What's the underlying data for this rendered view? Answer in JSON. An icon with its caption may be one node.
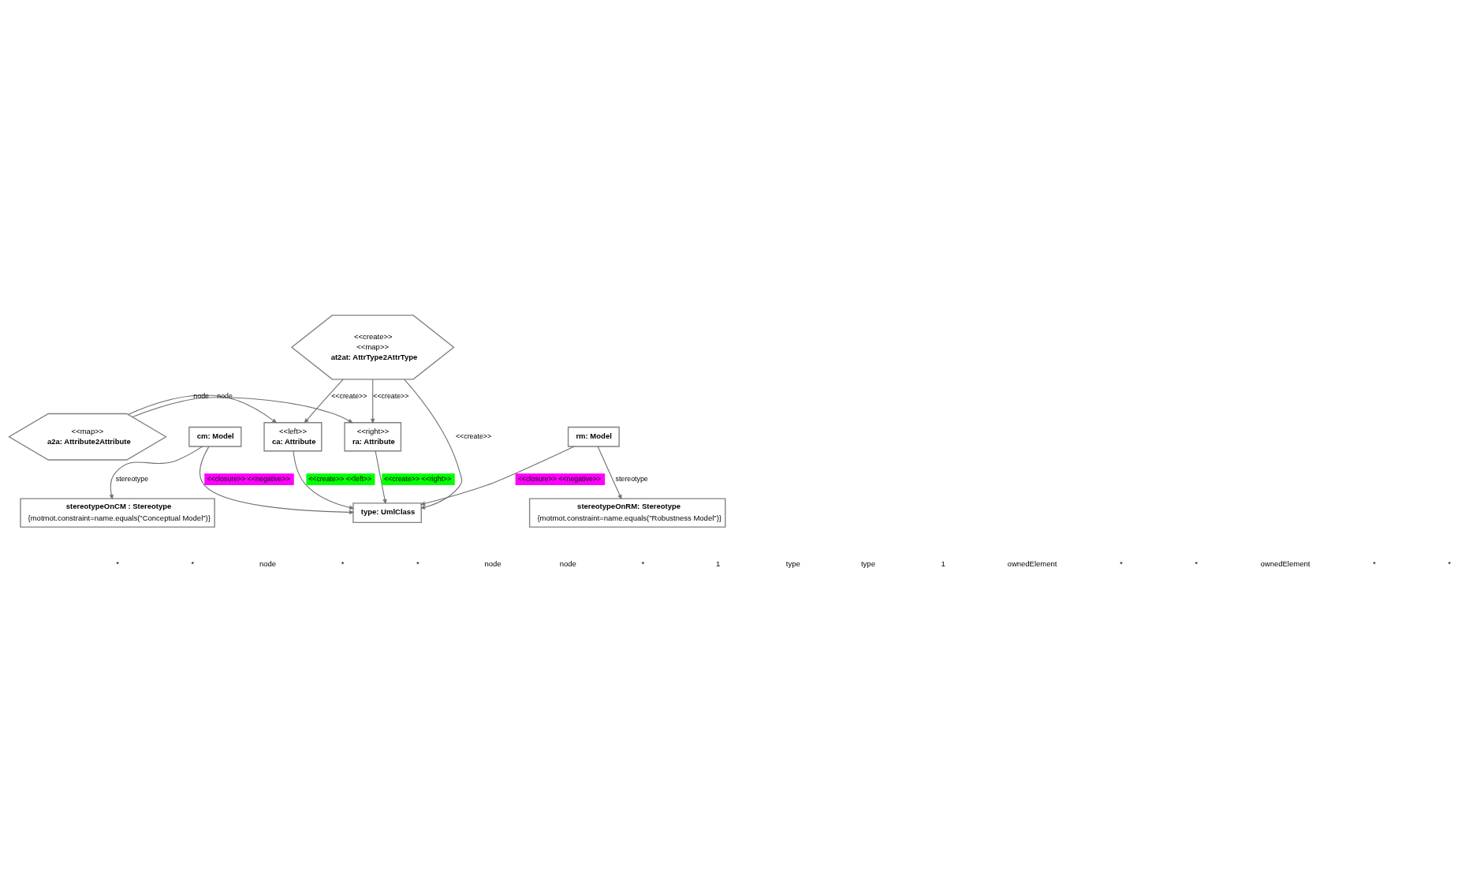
{
  "diagram": {
    "nodes": [
      {
        "text": [
          "<<left>>",
          "ca: Attribute"
        ]
      },
      {
        "text": [
          "<<map>>",
          "a2a: Attribute2Attribute"
        ]
      },
      {
        "text": [
          "<<right>>",
          "ra: Attribute"
        ]
      },
      {
        "text": [
          "<<create>>",
          "<<map>>",
          "at2at: AttrType2AttrType"
        ]
      },
      {
        "text": [
          "type: UmlClass"
        ]
      },
      {
        "text": [
          "cm: Model"
        ]
      },
      {
        "text": [
          "rm: Model"
        ]
      },
      {
        "text": [
          "stereotypeOnCM : Stereotype",
          "{motmot.constraint=name.equals(\"Conceptual Model\")}"
        ]
      },
      {
        "text": [
          "stereotypeOnRM: Stereotype",
          "{motmot.constraint=name.equals(\"Robustness Model\")}"
        ]
      }
    ],
    "edges": [
      {
        "from": 1,
        "to": 0,
        "arrow": "to",
        "label": "node"
      },
      {
        "from": 1,
        "to": 2,
        "arrow": "to",
        "label": "node"
      },
      {
        "from": 3,
        "to": 0,
        "arrow": "to",
        "label": "<<create>>"
      },
      {
        "from": 3,
        "to": 2,
        "arrow": "to",
        "label": "<<create>>"
      },
      {
        "from": 3,
        "to": 4,
        "arrow": "to",
        "label": "<<create>>"
      },
      {
        "from": 0,
        "to": 4,
        "arrow": "to",
        "label": "<<create>> <<left>>"
      },
      {
        "from": 2,
        "to": 4,
        "arrow": "to",
        "label": "<<create>> <<right>>"
      },
      {
        "from": 5,
        "to": 4,
        "arrow": "to",
        "label": "<<closure>> <<negative>>"
      },
      {
        "from": 6,
        "to": 4,
        "arrow": "to",
        "label": "<<closure>> <<negative>>"
      },
      {
        "from": 5,
        "to": 7,
        "arrow": "to",
        "label": "stereotype"
      },
      {
        "from": 6,
        "to": 8,
        "arrow": "to",
        "label": "stereotype"
      }
    ],
    "labels": [
      "*",
      "*",
      "node",
      "*",
      "*",
      "node",
      "node",
      "*",
      "1",
      "type",
      "type",
      "1",
      "ownedElement",
      "*",
      "*",
      "ownedElement",
      "*",
      "*"
    ]
  }
}
